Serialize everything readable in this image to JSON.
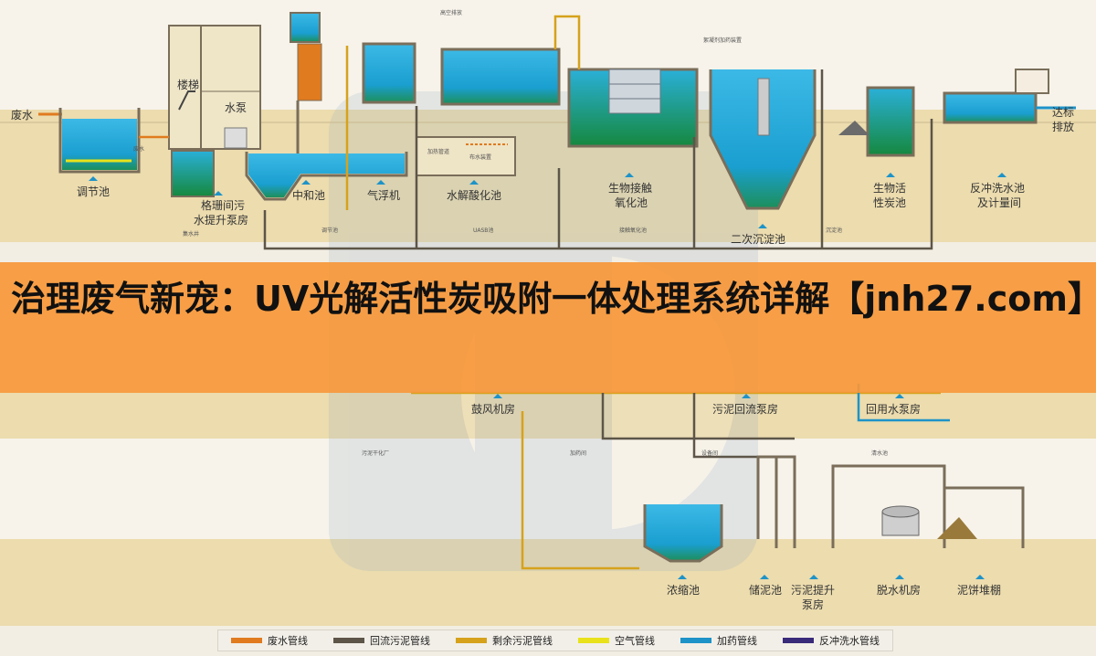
{
  "banner_title": "治理废气新宠：UV光解活性炭吸附一体处理系统详解【jnh27.com】",
  "process_labels": {
    "waste_water": "废水",
    "regulating_pool": "调节池",
    "grid_room": "格珊间污水提升泵房",
    "grid_room_line1": "格珊间污",
    "grid_room_line2": "水提升泵房",
    "stairs": "楼梯",
    "pump": "水泵",
    "neutralization": "中和池",
    "air_flotation": "气浮机",
    "hydrolysis": "水解酸化池",
    "bio_contact_line1": "生物接触",
    "bio_contact_line2": "氧化池",
    "secondary_settling": "二次沉淀池",
    "bio_carbon_line1": "生物活",
    "bio_carbon_line2": "性炭池",
    "discharge_line1": "达标",
    "discharge_line2": "排放",
    "backwash_line1": "反冲洗水池",
    "backwash_line2": "及计量间",
    "blower_room": "鼓风机房",
    "sludge_return_pump": "污泥回流泵房",
    "reuse_pump": "回用水泵房",
    "thickening": "浓缩池",
    "sludge_storage": "储泥池",
    "sludge_lift_line1": "污泥提升",
    "sludge_lift_line2": "泵房",
    "dewatering": "脱水机房",
    "cake_shed": "泥饼堆棚"
  },
  "small_labels": {
    "high_vent": "高空排放",
    "intake_pipe": "加热管道",
    "water_distributor": "布水装置",
    "uasb": "UASB池",
    "conditioning": "调节池",
    "contact_oxidation": "接触氧化池",
    "settling": "沉淀池",
    "regulator_pit": "集水井",
    "sludge_drying": "污泥干化厂",
    "dosing_room": "加药间",
    "equipment": "设备间",
    "clear_pool": "清水池",
    "flocculant": "絮凝剂加药装置",
    "waste_water_small": "废水"
  },
  "legend": [
    {
      "label": "废水管线",
      "color": "#e07b1f"
    },
    {
      "label": "回流污泥管线",
      "color": "#5d5548"
    },
    {
      "label": "剩余污泥管线",
      "color": "#d6a21c"
    },
    {
      "label": "空气管线",
      "color": "#e9e21a"
    },
    {
      "label": "加药管线",
      "color": "#1e93c8"
    },
    {
      "label": "反冲洗水管线",
      "color": "#3a2a7a"
    }
  ],
  "colors": {
    "water": "#1da3d1",
    "water_dark": "#1b8f4b",
    "ground": "#eddcae",
    "banner": "#f6983a",
    "frame": "#7a6e5a"
  }
}
